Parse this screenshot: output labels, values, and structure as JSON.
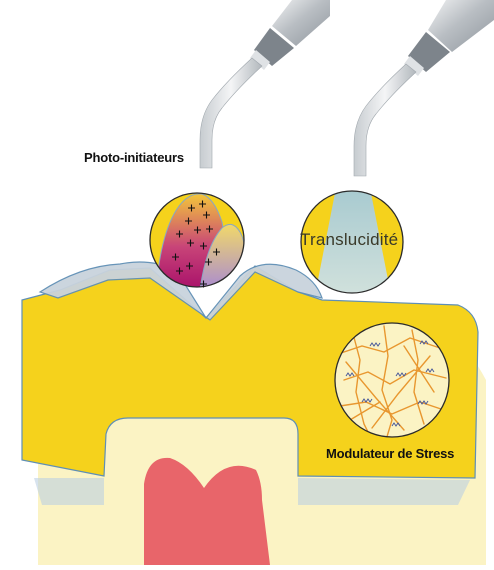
{
  "labels": {
    "photo_initiateurs": "Photo-initiateurs",
    "translucidite": "Translucidité",
    "modulateur_de_stress": "Modulateur de Stress"
  },
  "colors": {
    "composite_yellow": "#f5d21c",
    "dentin_cream": "#fbf3c4",
    "pulp_red": "#e8656a",
    "enamel_grey": "#c9d3dd",
    "outline_blue": "#5f8fb5",
    "light_beam_blue": "#a9cfe9",
    "network_orange": "#e8972f",
    "photo_gradient_top": "#f1c33a",
    "photo_gradient_bottom": "#b6186e",
    "lamp_metal": "#c8ccd0"
  },
  "icons": [
    "curing-light-left",
    "curing-light-right",
    "plus-marks",
    "polymer-network"
  ]
}
